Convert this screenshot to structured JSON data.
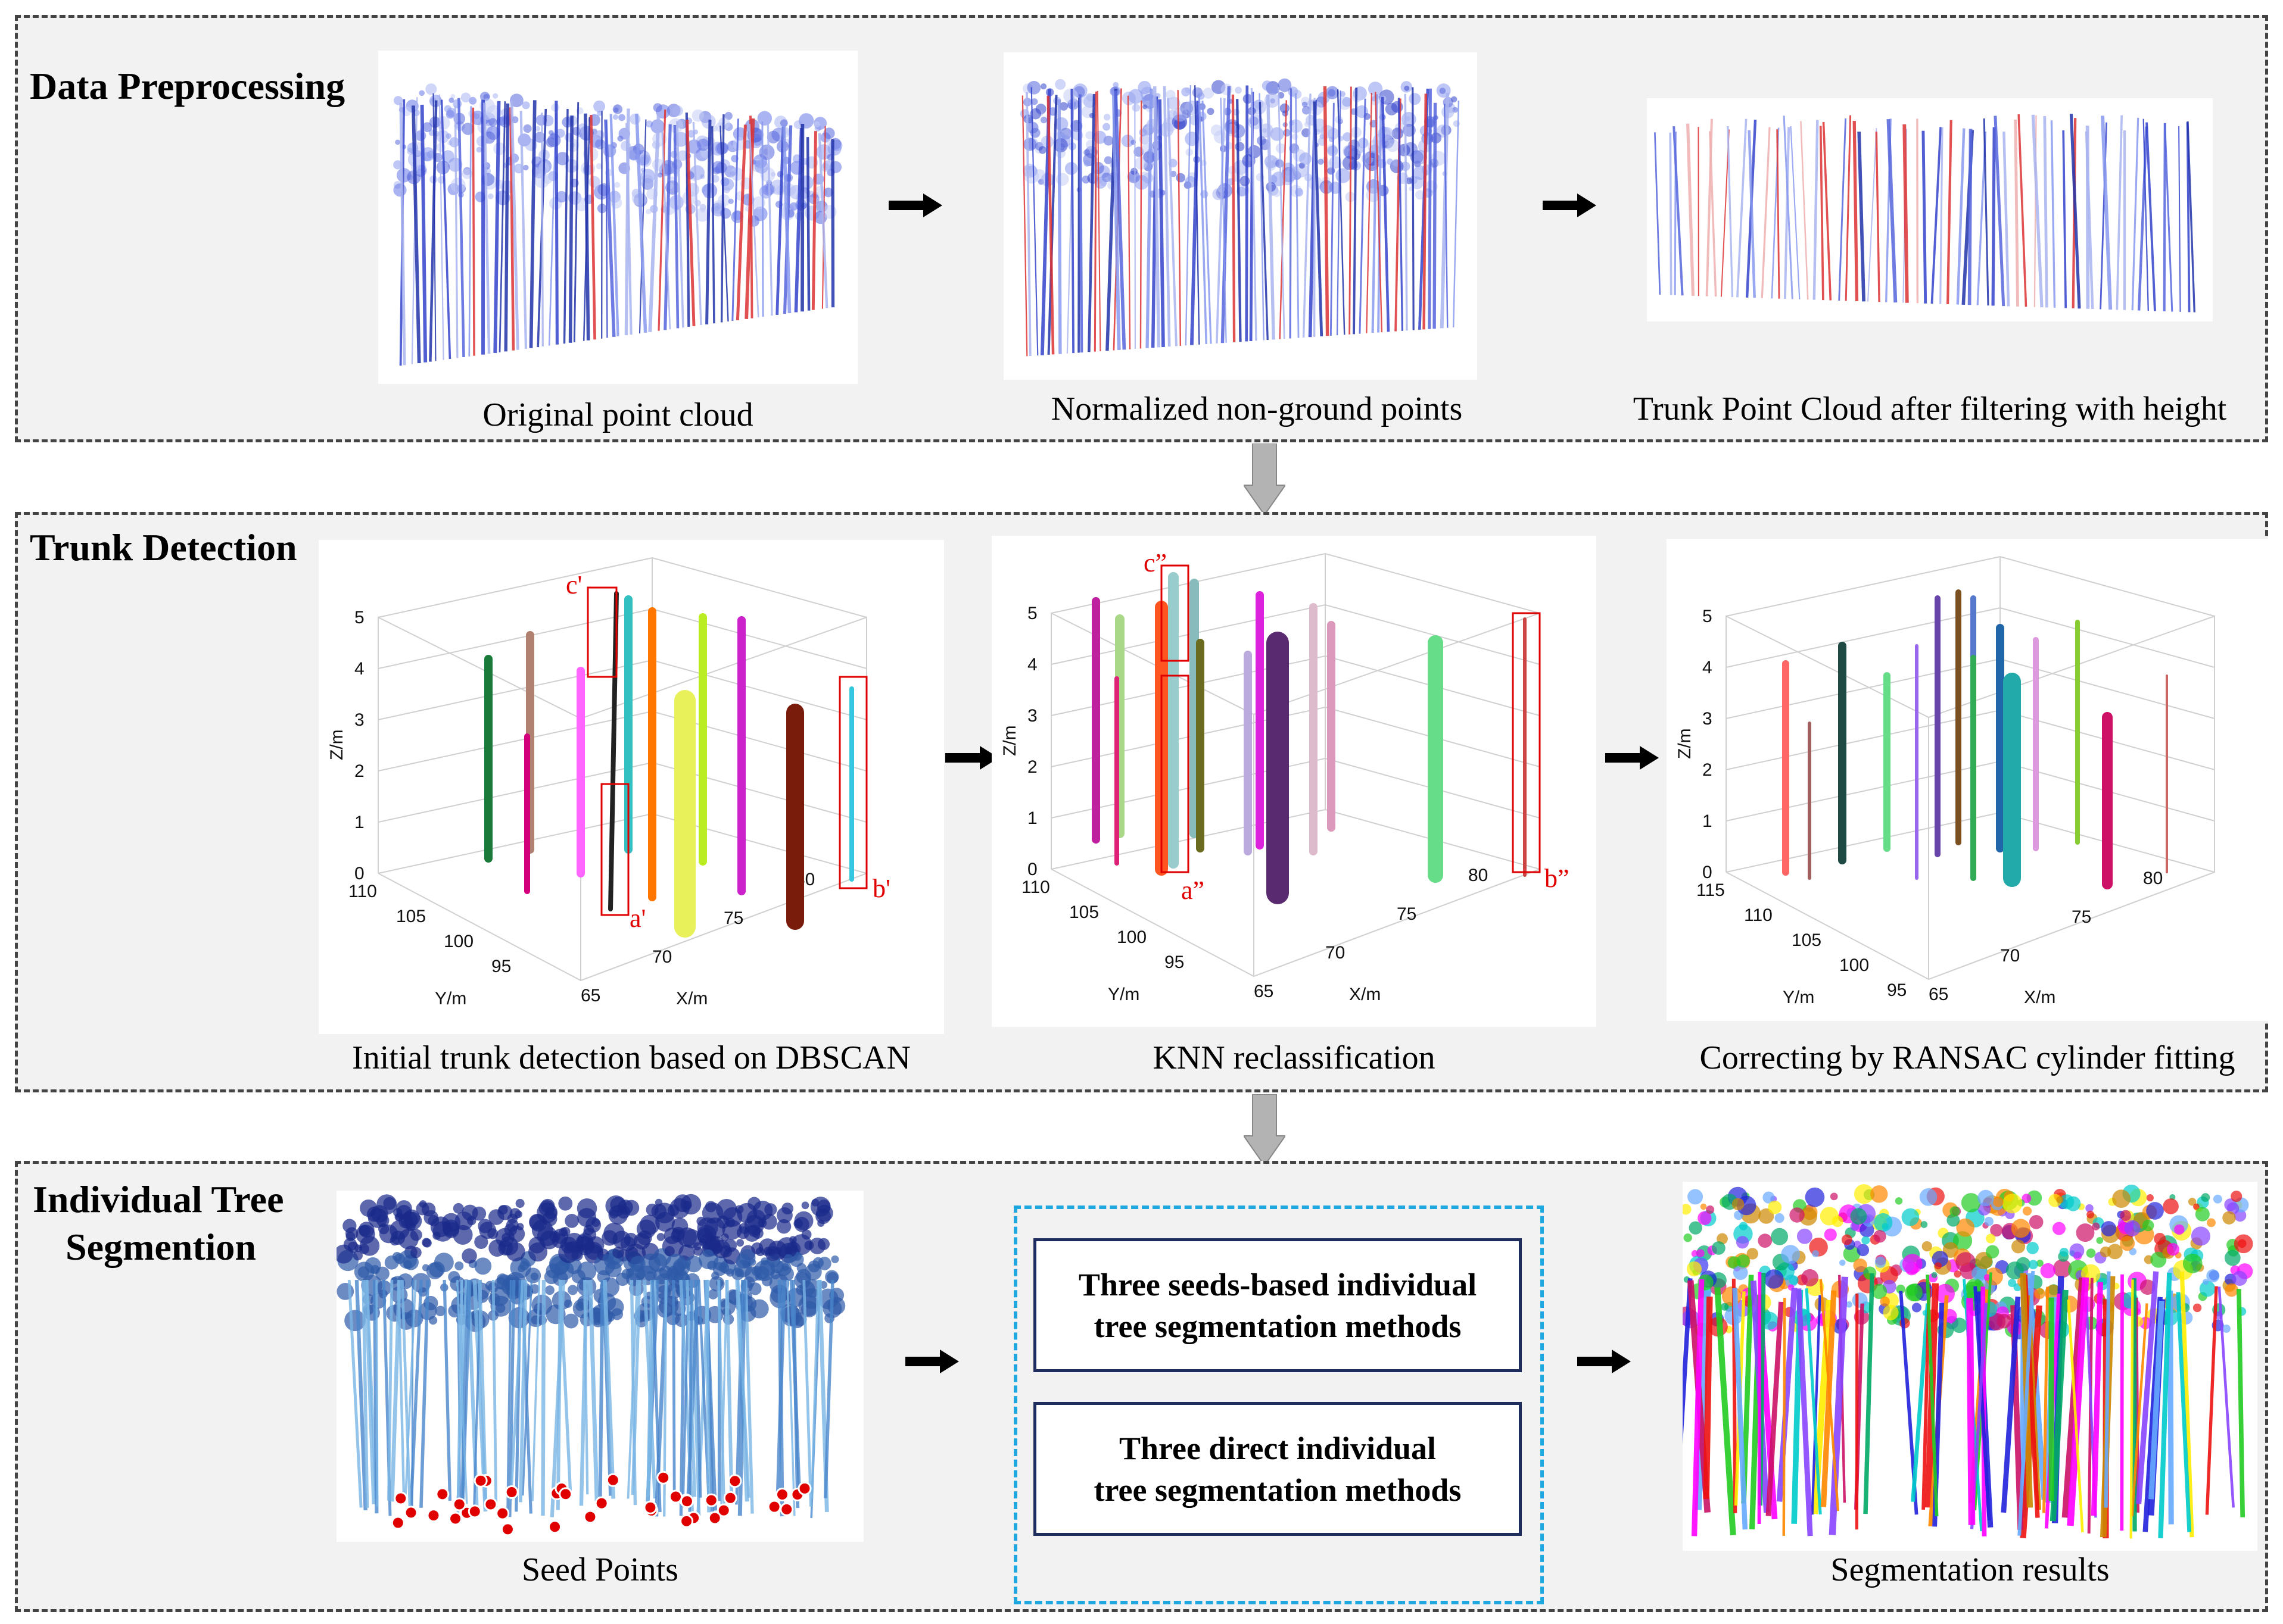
{
  "panels": {
    "preprocessing": {
      "title": "Data Preprocessing",
      "captions": [
        "Original point cloud",
        "Normalized non-ground points",
        "Trunk Point Cloud after filtering with height"
      ]
    },
    "trunk_detection": {
      "title": "Trunk Detection",
      "captions": [
        "Initial trunk detection based on DBSCAN",
        "KNN reclassification",
        "Correcting by RANSAC cylinder fitting"
      ],
      "markers_a": [
        "c'",
        "a'",
        "b'"
      ],
      "markers_b": [
        "c”",
        "a”",
        "b”"
      ],
      "axes": {
        "z_label": "Z/m",
        "y_label": "Y/m",
        "x_label": "X/m",
        "z_ticks": [
          "0",
          "1",
          "2",
          "3",
          "4",
          "5"
        ],
        "y_ticks_a": [
          "110",
          "105",
          "100",
          "95"
        ],
        "y_ticks_c": [
          "115",
          "110",
          "105",
          "100",
          "95"
        ],
        "x_ticks": [
          "65",
          "70",
          "75",
          "80"
        ]
      }
    },
    "segmentation": {
      "title_line1": "Individual Tree",
      "title_line2": "Segmention",
      "captions": [
        "Seed Points",
        "Segmentation results"
      ],
      "method1_line1": "Three seeds-based individual",
      "method1_line2": "tree segmentation methods",
      "method2_line1": "Three direct individual",
      "method2_line2": "tree segmentation methods"
    }
  },
  "colors": {
    "panel_bg": "#f2f2f2",
    "border": "#444444",
    "marker_red": "#e00000",
    "method_border_dashed": "#1fa8e0",
    "method_box_border": "#1f2d5e",
    "down_arrow": "#b3b3b3"
  }
}
